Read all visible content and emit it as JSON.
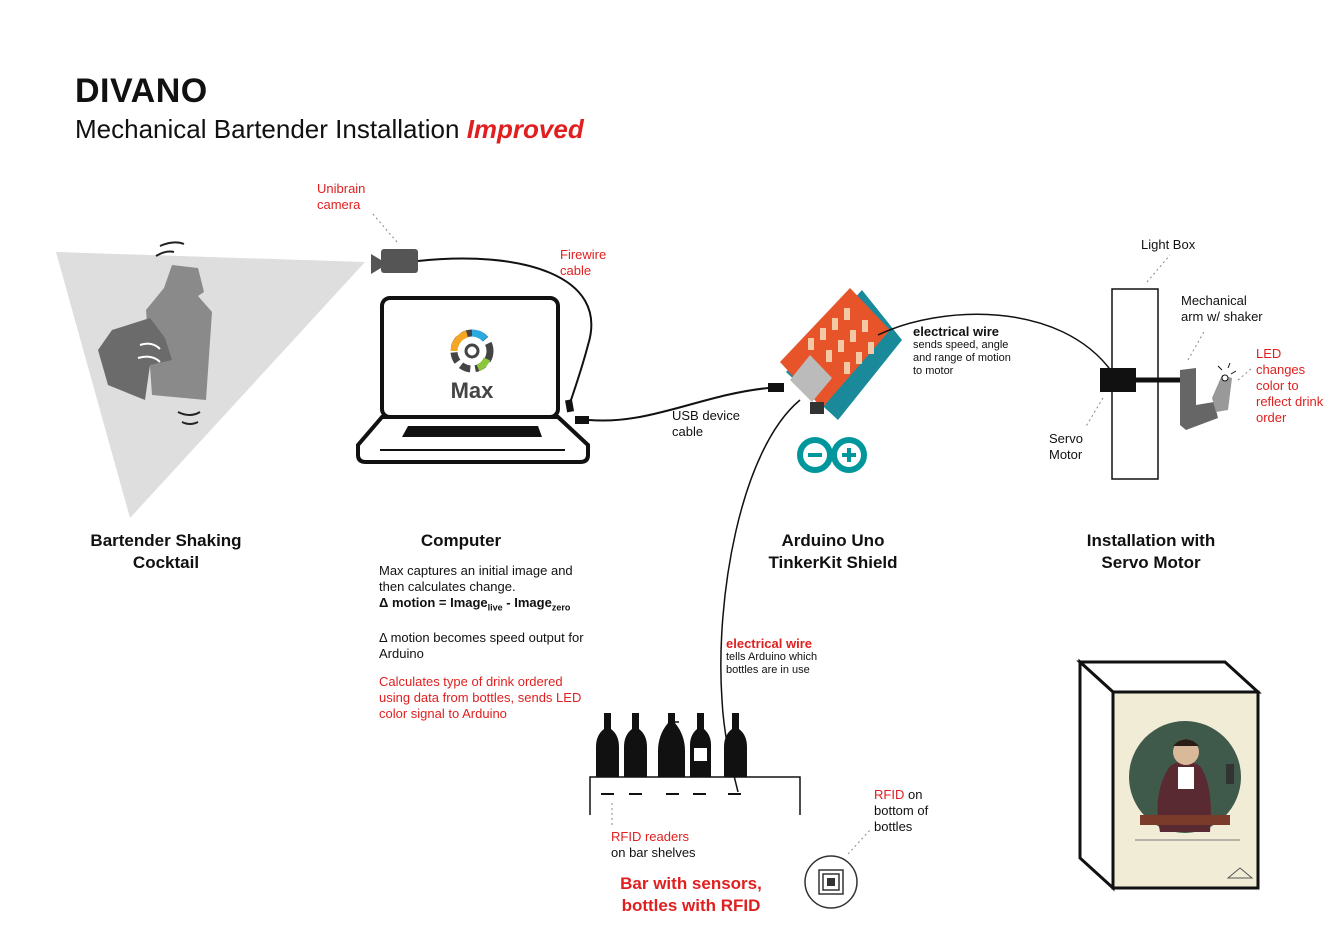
{
  "header": {
    "title": "DIVANO",
    "subtitle_main": "Mechanical Bartender Installation",
    "subtitle_accent": "Improved"
  },
  "labels": {
    "camera": "Unibrain camera",
    "firewire": "Firewire cable",
    "usb": "USB device cable",
    "light_box": "Light Box",
    "mech_arm": "Mechanical arm w/ shaker",
    "led": "LED changes color to reflect drink order",
    "servo": "Servo Motor",
    "elec_top_bold": "electrical wire",
    "elec_top_text": "sends speed, angle and range of motion to motor",
    "elec_bottom_bold": "electrical wire",
    "elec_bottom_text": "tells Arduino which bottles are in use",
    "rfid_readers_red": "RFID readers",
    "rfid_readers_text": "on bar shelves",
    "rfid_bottom_red": "RFID",
    "rfid_bottom_text1": "on",
    "rfid_bottom_text2": "bottom of bottles",
    "max_logo": "Max"
  },
  "sections": {
    "bartender": "Bartender Shaking Cocktail",
    "computer": "Computer",
    "arduino_line1": "Arduino Uno",
    "arduino_line2": "TinkerKit Shield",
    "installation_line1": "Installation with",
    "installation_line2": "Servo Motor",
    "bar_line1": "Bar with sensors,",
    "bar_line2": "bottles with RFID"
  },
  "computer_desc": {
    "p1": "Max captures an initial image and then calculates change.",
    "formula_prefix": "Δ motion = Image",
    "formula_sub1": "live",
    "formula_mid": " - Image",
    "formula_sub2": "zero",
    "p2": "Δ motion becomes speed output for Arduino",
    "p3": "Calculates type of drink ordered using data from bottles, sends LED color signal to Arduino"
  },
  "colors": {
    "accent_red": "#e02020",
    "arduino_teal": "#00979c",
    "shield_orange": "#e8542a",
    "gray_shadow": "#dcdcdc"
  }
}
